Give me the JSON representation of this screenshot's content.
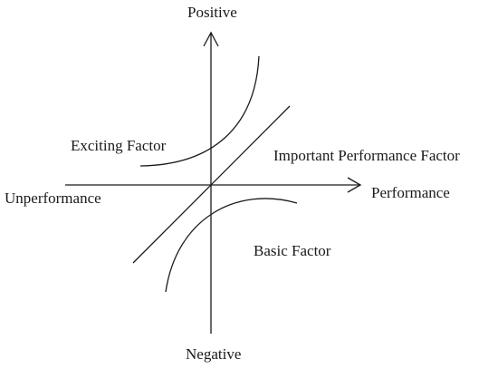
{
  "axes": {
    "positive": "Positive",
    "negative": "Negative",
    "unperformance": "Unperformance",
    "performance": "Performance"
  },
  "curves": {
    "exciting": "Exciting Factor",
    "important": "Important Performance Factor",
    "basic": "Basic Factor"
  },
  "colors": {
    "line": "#1a1a1a",
    "background": "#ffffff"
  }
}
